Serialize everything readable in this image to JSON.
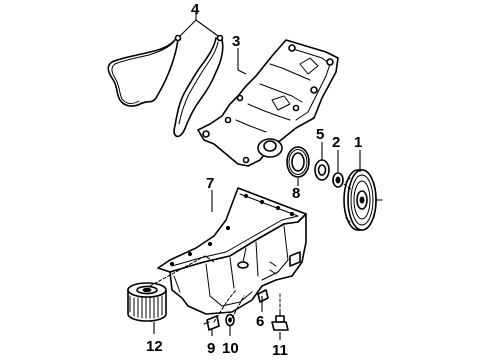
{
  "diagram": {
    "callouts": [
      {
        "id": "1",
        "label": "1",
        "part": "crankshaft-pulley"
      },
      {
        "id": "2",
        "label": "2",
        "part": "washer"
      },
      {
        "id": "3",
        "label": "3",
        "part": "timing-cover"
      },
      {
        "id": "4",
        "label": "4",
        "part": "cover-gaskets"
      },
      {
        "id": "5",
        "label": "5",
        "part": "spacer"
      },
      {
        "id": "6",
        "label": "6",
        "part": "oil-pan-drain-plug-area"
      },
      {
        "id": "7",
        "label": "7",
        "part": "oil-pan"
      },
      {
        "id": "8",
        "label": "8",
        "part": "front-seal"
      },
      {
        "id": "9",
        "label": "9",
        "part": "sensor"
      },
      {
        "id": "10",
        "label": "10",
        "part": "gasket"
      },
      {
        "id": "11",
        "label": "11",
        "part": "drain-plug"
      },
      {
        "id": "12",
        "label": "12",
        "part": "oil-filter"
      }
    ]
  }
}
